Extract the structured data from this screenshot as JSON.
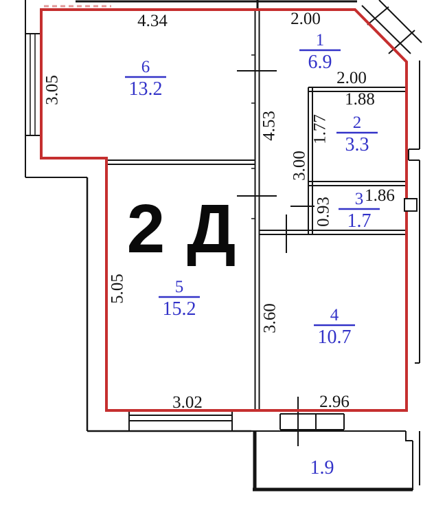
{
  "title": "2 Д",
  "rooms": {
    "r1": {
      "num": "1",
      "area": "6.9"
    },
    "r2": {
      "num": "2",
      "area": "3.3"
    },
    "r3": {
      "num": "3",
      "area": "1.7"
    },
    "r4": {
      "num": "4",
      "area": "10.7"
    },
    "r5": {
      "num": "5",
      "area": "15.2"
    },
    "r6": {
      "num": "6",
      "area": "13.2"
    },
    "balcony": {
      "area": "1.9"
    }
  },
  "dimensions": {
    "room6_width": "4.34",
    "room6_height": "3.05",
    "room1_width": "2.00",
    "hall_height": "4.53",
    "room2_width": "2.00",
    "room2_inner_width": "1.88",
    "room2_height": "1.77",
    "hall_right_height": "3.00",
    "room3_width": "1.86",
    "room3_height": "0.93",
    "room5_height": "5.05",
    "room4_height": "3.60",
    "room5_width": "3.02",
    "room4_width": "2.96"
  },
  "colors": {
    "outline": "#c52f2f",
    "label": "#3232c8",
    "wall": "#141414"
  }
}
